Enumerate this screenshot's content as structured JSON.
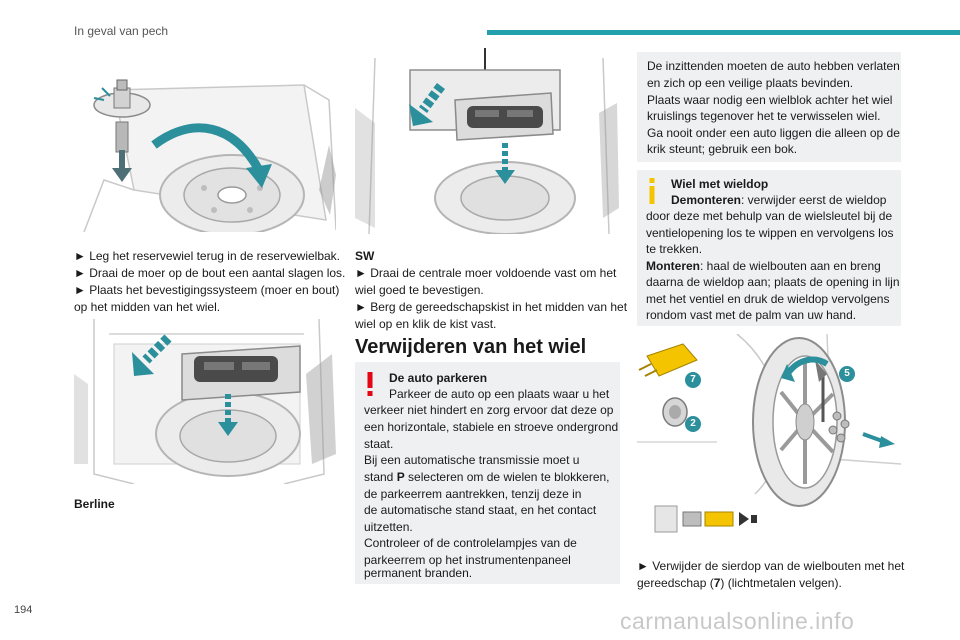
{
  "header": {
    "section": "In geval van pech",
    "accent_color": "#22a0ab"
  },
  "page_number": "194",
  "watermark": "carmanualsonline.info",
  "col1": {
    "steps": [
      "► Leg het reservewiel terug in de reservewielbak.",
      "► Draai de moer op de bout een aantal slagen los.",
      "► Plaats het bevestigingssysteem (moer en bout)",
      "op het midden van het wiel."
    ],
    "caption": "Berline"
  },
  "col2": {
    "sw_label": "SW",
    "sw_lines": [
      "► Draai de centrale moer voldoende vast om het",
      "wiel goed te bevestigen.",
      "► Berg de gereedschapskist in het midden van het",
      "wiel op en klik de kist vast."
    ],
    "section_title": "Verwijderen van het wiel",
    "warning": {
      "title": "De auto parkeren",
      "icon": "exclamation-icon",
      "icon_color": "#e30613",
      "lines": [
        "Parkeer de auto op een plaats waar u het",
        "verkeer niet hindert en zorg ervoor dat deze op",
        "een horizontale, stabiele en stroeve ondergrond",
        "staat.",
        "Bij een automatische transmissie moet u",
        "de parkeerrem aantrekken, tenzij deze in",
        "de automatische stand staat, en het contact",
        "uitzetten.",
        "Controleer of de controlelampjes van de",
        "parkeerrem op het instrumentenpaneel",
        "permanent branden."
      ],
      "stand_prefix": "stand ",
      "stand_key": "P",
      "stand_suffix": " selecteren om de wielen te blokkeren,"
    }
  },
  "col3": {
    "safety_lines": [
      "De inzittenden moeten de auto hebben verlaten",
      "en zich op een veilige plaats bevinden.",
      "Plaats waar nodig een wielblok achter het wiel",
      "kruislings tegenover het te verwisselen wiel.",
      "Ga nooit onder een auto liggen die alleen op de",
      "krik steunt; gebruik een bok."
    ],
    "info": {
      "title": "Wiel met wieldop",
      "icon": "info-icon",
      "icon_color": "#f5c400",
      "demonteren_label": "Demonteren",
      "demonteren_text": ": verwijder eerst de wieldop",
      "demonteren_lines": [
        "door deze met behulp van de wielsleutel bij de",
        "ventielopening los te wippen en vervolgens los",
        "te trekken."
      ],
      "monteren_label": "Monteren",
      "monteren_text": ": haal de wielbouten aan en breng",
      "monteren_lines": [
        "daarna de wieldop aan; plaats de opening in lijn",
        "met het ventiel en druk de wieldop vervolgens",
        "rondom vast met de palm van uw hand."
      ]
    },
    "figure_markers": [
      "7",
      "5",
      "2"
    ],
    "marker_color": "#2b8f9c",
    "bottom_line1": "► Verwijder de sierdop van de wielbouten met het",
    "bottom_prefix": "gereedschap (",
    "bottom_key": "7",
    "bottom_suffix": ") (lichtmetalen velgen)."
  }
}
